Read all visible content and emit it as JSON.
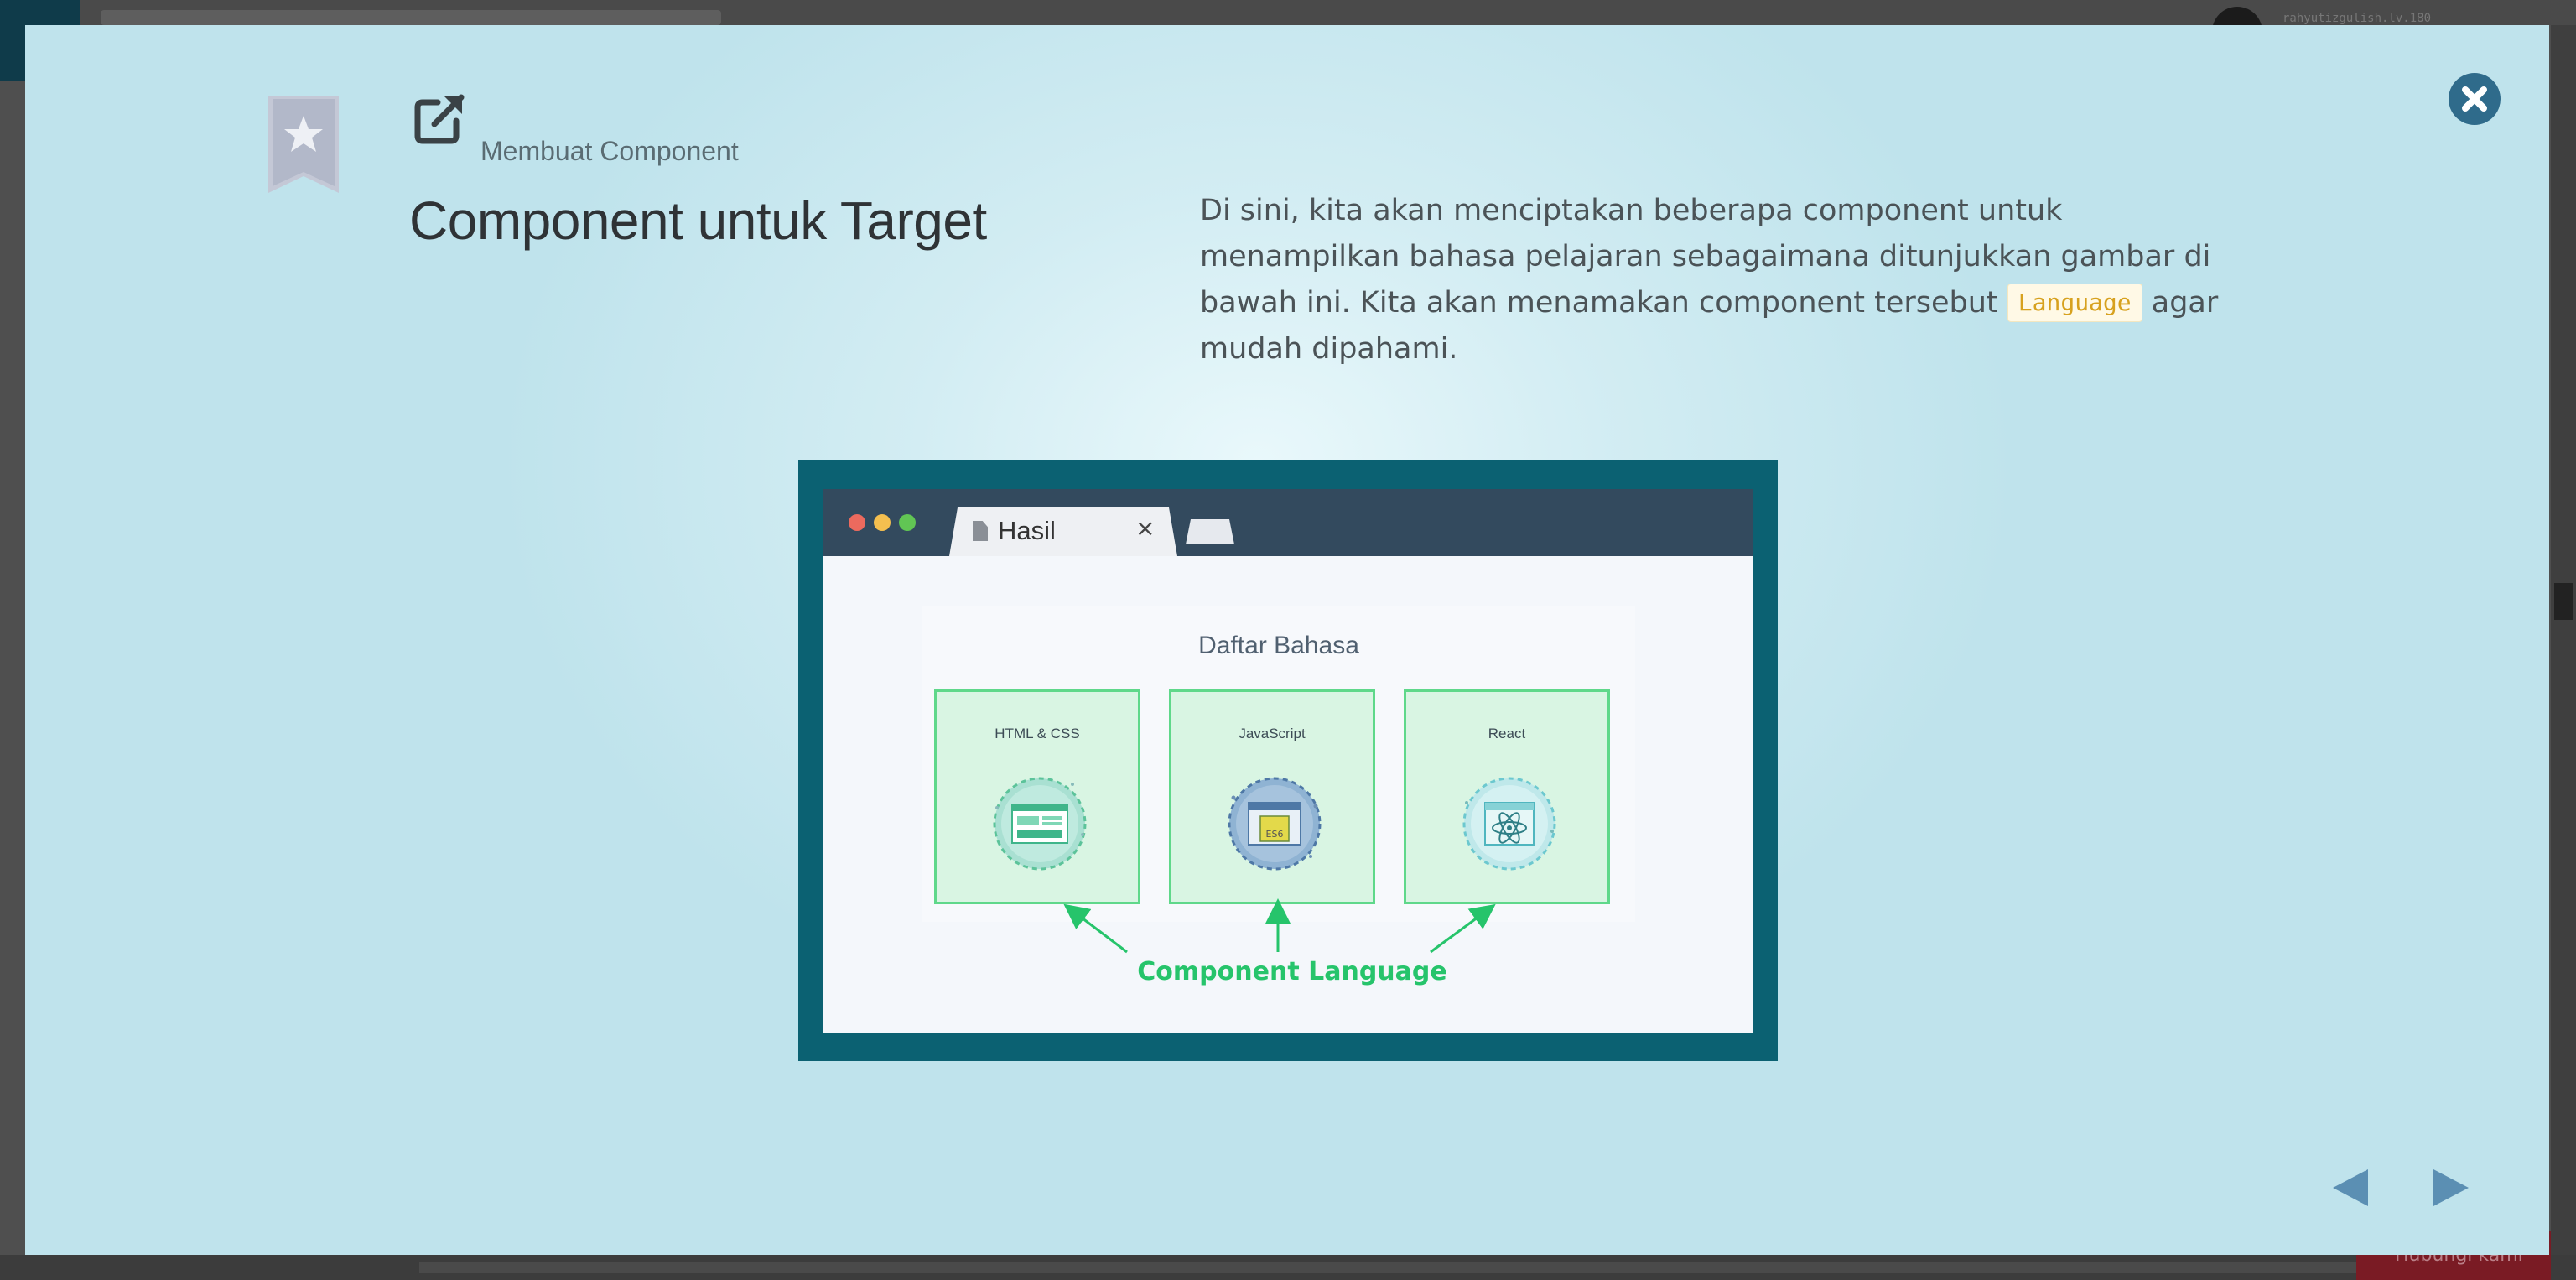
{
  "background": {
    "username": "rahyutizgulish.lv.180",
    "bottom_button": "Hubungi kami"
  },
  "modal": {
    "breadcrumb": "Membuat Component",
    "title": "Component untuk Target",
    "description": {
      "before_code": "Di sini, kita akan menciptakan beberapa component untuk menampilkan bahasa pelajaran sebagaimana ditunjukkan gambar di bawah ini. Kita akan menamakan component tersebut ",
      "code": "Language",
      "after_code": " agar mudah dipahami."
    },
    "icons": {
      "bookmark": "bookmark-star-icon",
      "external_link": "external-link-icon",
      "close": "close-icon",
      "prev": "arrow-left-icon",
      "next": "arrow-right-icon"
    },
    "colors": {
      "close_button": "#2f6b8b",
      "nav_arrows": "#5b8fb3",
      "code_text": "#d7a11e",
      "figure_frame": "#0b6172",
      "component_label": "#26c46b"
    }
  },
  "illustration": {
    "tab_label": "Hasil",
    "tab_close": "×",
    "page_heading": "Daftar Bahasa",
    "cards": [
      {
        "title": "HTML & CSS",
        "icon": "html-css-icon"
      },
      {
        "title": "JavaScript",
        "icon": "javascript-icon",
        "badge": "ES6"
      },
      {
        "title": "React",
        "icon": "react-icon"
      }
    ],
    "component_label": "Component Language"
  }
}
